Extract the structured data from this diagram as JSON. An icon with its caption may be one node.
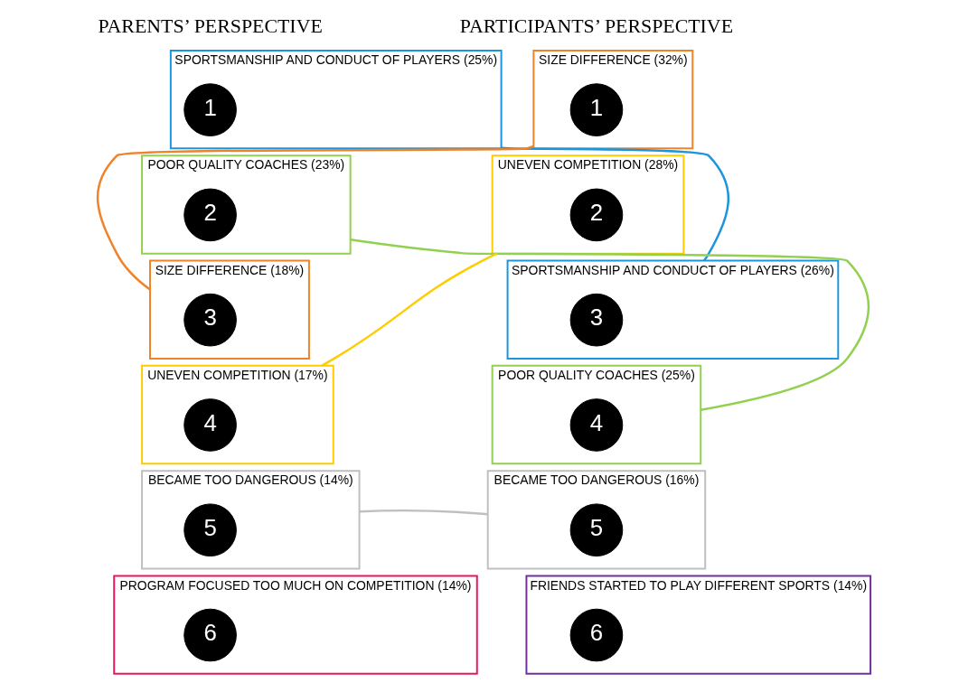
{
  "diagram": {
    "nodes": [
      {
        "text": [
          "SPORTSMANSHIP AND CONDUCT OF PLAYERS (25%)"
        ]
      },
      {
        "text": [
          "1"
        ],
        "in": 0
      },
      {
        "text": [
          "POOR QUALITY COACHES (23%)"
        ]
      },
      {
        "text": [
          "2"
        ],
        "in": 2
      },
      {
        "text": [
          "SIZE DIFFERENCE (18%)"
        ]
      },
      {
        "text": [
          "3"
        ],
        "in": 4
      },
      {
        "text": [
          "UNEVEN COMPETITION (17%)"
        ]
      },
      {
        "text": [
          "4"
        ],
        "in": 6
      },
      {
        "text": [
          "BECAME TOO DANGEROUS (14%)"
        ]
      },
      {
        "text": [
          "5"
        ],
        "in": 8
      },
      {
        "text": [
          "PROGRAM FOCUSED TOO MUCH ON COMPETITION (14%)"
        ]
      },
      {
        "text": [
          "6"
        ],
        "in": 10
      },
      {
        "text": [
          "SIZE DIFFERENCE (32%)"
        ]
      },
      {
        "text": [
          "1"
        ],
        "in": 12
      },
      {
        "text": [
          "UNEVEN COMPETITION (28%)"
        ]
      },
      {
        "text": [
          "2"
        ],
        "in": 14
      },
      {
        "text": [
          "SPORTSMANSHIP AND CONDUCT OF PLAYERS (26%)"
        ]
      },
      {
        "text": [
          "3"
        ],
        "in": 16
      },
      {
        "text": [
          "POOR QUALITY COACHES (25%)"
        ]
      },
      {
        "text": [
          "4"
        ],
        "in": 18
      },
      {
        "text": [
          "BECAME TOO DANGEROUS (16%)"
        ]
      },
      {
        "text": [
          "5"
        ],
        "in": 20
      },
      {
        "text": [
          "FRIENDS STARTED TO PLAY DIFFERENT SPORTS (14%)"
        ]
      },
      {
        "text": [
          "6"
        ],
        "in": 22
      }
    ],
    "edges": [
      {
        "from": 0,
        "to": 16,
        "arrow": "none",
        "color": "#1b96dd"
      },
      {
        "from": 2,
        "to": 18,
        "arrow": "none",
        "color": "#92d050"
      },
      {
        "from": 4,
        "to": 12,
        "arrow": "none",
        "color": "#f08228"
      },
      {
        "from": 6,
        "to": 14,
        "arrow": "none",
        "color": "#ffcc00"
      },
      {
        "from": 8,
        "to": 20,
        "arrow": "none",
        "color": "#bfbfbf"
      }
    ],
    "labels": [
      "PARENTS’ PERSPECTIVE",
      "PARTICIPANTS’ PERSPECTIVE"
    ]
  }
}
